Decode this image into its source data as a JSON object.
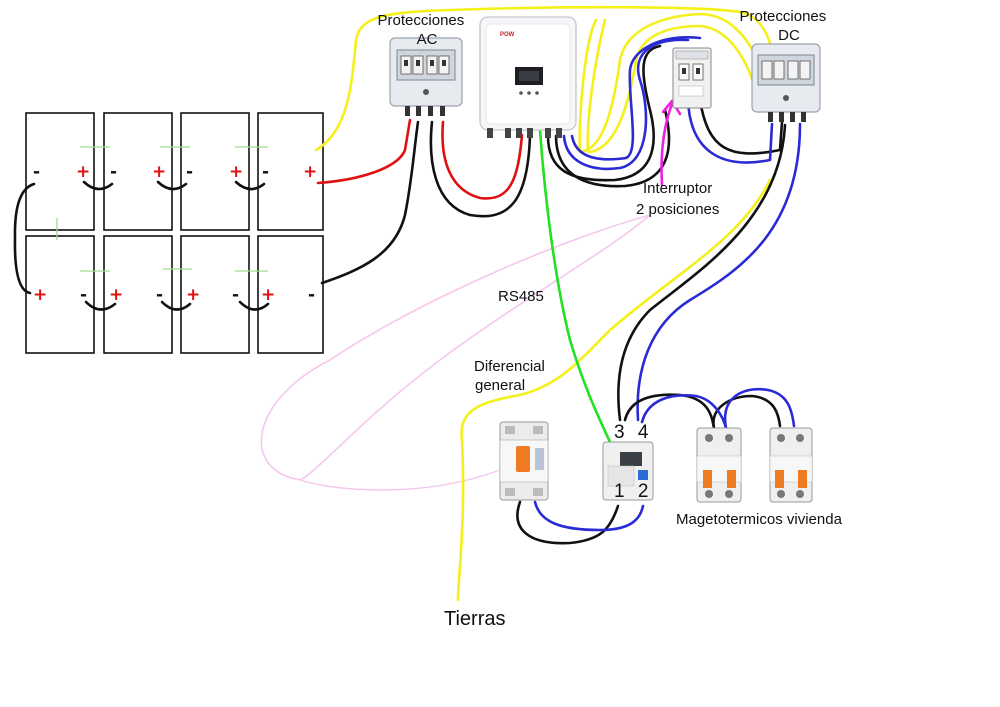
{
  "labels": {
    "ac_protection": "Protecciones\nAC",
    "dc_protection": "Protecciones\nDC",
    "switch": "Interruptor\n2 posiciones",
    "rs485": "RS485",
    "differential": "Diferencial\ngeneral",
    "breakers": "Magetotermicos vivienda",
    "grounds": "Tierras",
    "meter_top": "3 4",
    "meter_bottom": "1 2"
  },
  "panel_signs": {
    "top_row": [
      "-",
      "+",
      "-",
      "+",
      "-",
      "+",
      "-",
      "+"
    ],
    "bottom_row": [
      "+",
      "-",
      "+",
      "-",
      "+",
      "-",
      "+",
      "-"
    ]
  },
  "inverter": {
    "brand": "POW"
  },
  "colors": {
    "yellow": "#f5ef1a",
    "red": "#e01010",
    "black": "#111111",
    "blue": "#2b2bd6",
    "green": "#22e022",
    "magenta": "#ee22dd",
    "orange": "#ee7a22"
  }
}
